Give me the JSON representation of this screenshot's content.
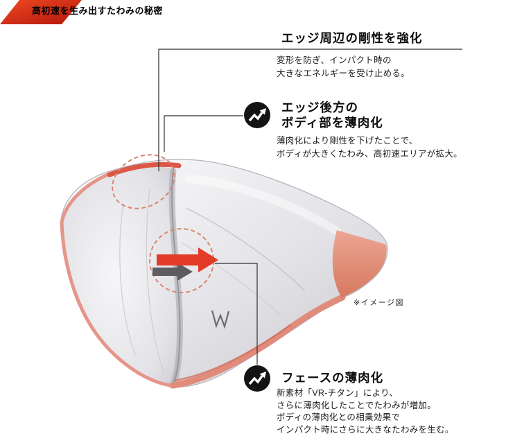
{
  "header": {
    "title": "高初速を生み出すたわみの秘密"
  },
  "annotations": {
    "edge": {
      "title": "エッジ周辺の剛性を強化",
      "lines": [
        "変形を防ぎ、インパクト時の",
        "大きなエネルギーを受け止める。"
      ]
    },
    "body": {
      "title_line1": "エッジ後方の",
      "title_line2": "ボディ部を薄肉化",
      "lines": [
        "薄肉化により剛性を下げたことで、",
        "ボディが大きくたわみ、高初速エリアが拡大。"
      ]
    },
    "face": {
      "title": "フェースの薄肉化",
      "lines": [
        "新素材「VR-チタン」により、",
        "さらに薄肉化したことでたわみが増加。",
        "ボディの薄肉化との相乗効果で",
        "インパクト時にさらに大きなたわみを生む。"
      ]
    }
  },
  "note": "※イメージ図",
  "icons": {
    "flex_increase": "zigzag-up-right-arrow-in-black-circle",
    "red_arrow": "flex-direction-arrow",
    "gray_arrow": "flex-direction-arrow-secondary"
  },
  "colors": {
    "accent_red": "#e23b27",
    "banner_red_light": "#ef4a22",
    "banner_red_dark": "#b2150c",
    "salmon_edge": "#e08b7c",
    "dashed_marker": "#db8372",
    "icon_black": "#141414",
    "text": "#111111"
  }
}
